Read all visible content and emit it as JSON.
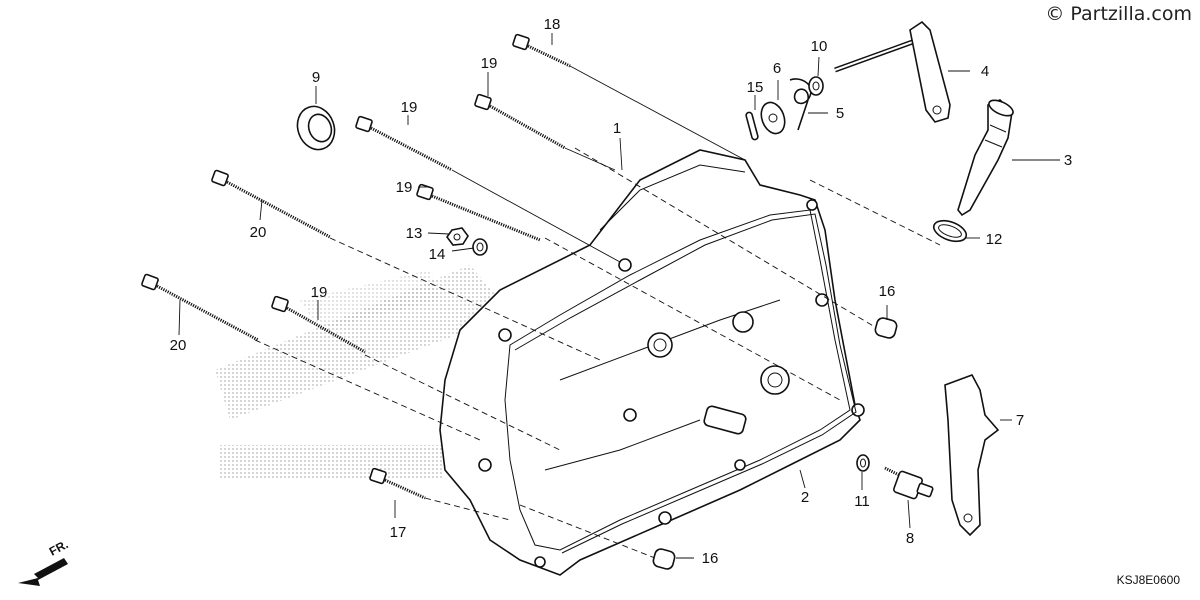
{
  "watermark": "© Partzilla.com",
  "diagram_code": "KSJ8E0600",
  "front_marker": "FR.",
  "callouts": {
    "c1": "1",
    "c2": "2",
    "c3": "3",
    "c4": "4",
    "c5": "5",
    "c6": "6",
    "c7": "7",
    "c8": "8",
    "c9": "9",
    "c10": "10",
    "c11": "11",
    "c12": "12",
    "c13": "13",
    "c14": "14",
    "c15": "15",
    "c16a": "16",
    "c16b": "16",
    "c17": "17",
    "c18": "18",
    "c19a": "19",
    "c19b": "19",
    "c19c": "19",
    "c19d": "19",
    "c20a": "20",
    "c20b": "20"
  },
  "colors": {
    "line": "#111111",
    "background": "#ffffff",
    "stipple": "#9a9a9a"
  }
}
